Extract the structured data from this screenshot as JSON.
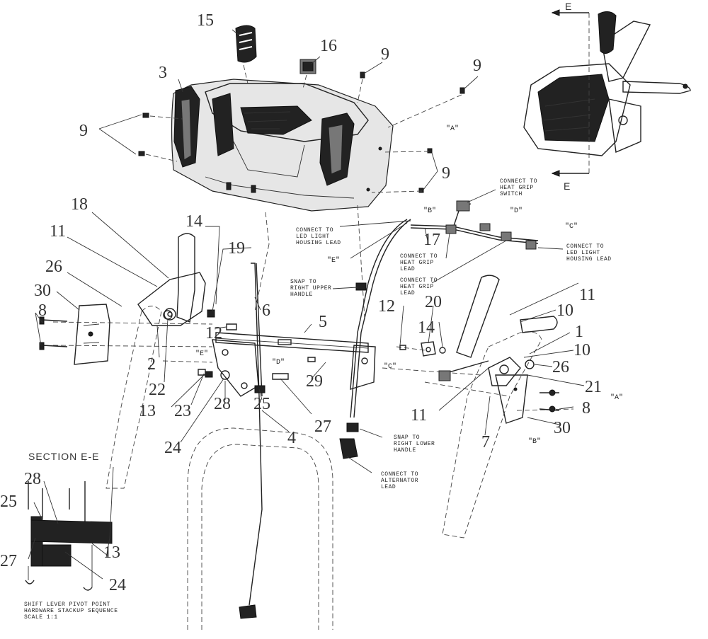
{
  "callouts": {
    "c1": "1",
    "c2": "2",
    "c3": "3",
    "c4": "4",
    "c5": "5",
    "c6": "6",
    "c7": "7",
    "c8a": "8",
    "c8b": "8",
    "c9a": "9",
    "c9b": "9",
    "c9c": "9",
    "c9d": "9",
    "c10a": "10",
    "c10b": "10",
    "c11a": "11",
    "c11b": "11",
    "c11c": "11",
    "c12a": "12",
    "c12b": "12",
    "c13a": "13",
    "c13b": "13",
    "c14a": "14",
    "c14b": "14",
    "c15": "15",
    "c16": "16",
    "c17": "17",
    "c18": "18",
    "c19": "19",
    "c20": "20",
    "c21": "21",
    "c22": "22",
    "c23": "23",
    "c24a": "24",
    "c24b": "24",
    "c25a": "25",
    "c25b": "25",
    "c26a": "26",
    "c26b": "26",
    "c27a": "27",
    "c27b": "27",
    "c28a": "28",
    "c28b": "28",
    "c29": "29",
    "c30a": "30",
    "c30b": "30"
  },
  "refs": {
    "a1": "\"A\"",
    "a2": "\"A\"",
    "b1": "\"B\"",
    "b2": "\"B\"",
    "c1": "\"C\"",
    "c2": "\"C\"",
    "d1": "\"D\"",
    "d2": "\"D\"",
    "e1": "\"E\"",
    "e2": "\"E\"",
    "sec_e_top": "E",
    "sec_e_bottom": "E"
  },
  "notes": {
    "heat_grip_switch": [
      "CONNECT TO",
      "HEAT GRIP",
      "SWITCH"
    ],
    "led_left": [
      "CONNECT TO",
      "LED LIGHT",
      "HOUSING LEAD"
    ],
    "led_right": [
      "CONNECT TO",
      "LED LIGHT",
      "HOUSING LEAD"
    ],
    "heat_grip_lead_1": [
      "CONNECT TO",
      "HEAT GRIP",
      "LEAD"
    ],
    "heat_grip_lead_2": [
      "CONNECT TO",
      "HEAT GRIP",
      "LEAD"
    ],
    "snap_upper": [
      "SNAP TO",
      "RIGHT UPPER",
      "HANDLE"
    ],
    "snap_lower": [
      "SNAP TO",
      "RIGHT LOWER",
      "HANDLE"
    ],
    "alternator": [
      "CONNECT TO",
      "ALTERNATOR",
      "LEAD"
    ]
  },
  "section": {
    "title": "SECTION E-E",
    "caption": [
      "SHIFT LEVER PIVOT POINT",
      "HARDWARE STACKUP SEQUENCE",
      "SCALE 1:1"
    ]
  }
}
